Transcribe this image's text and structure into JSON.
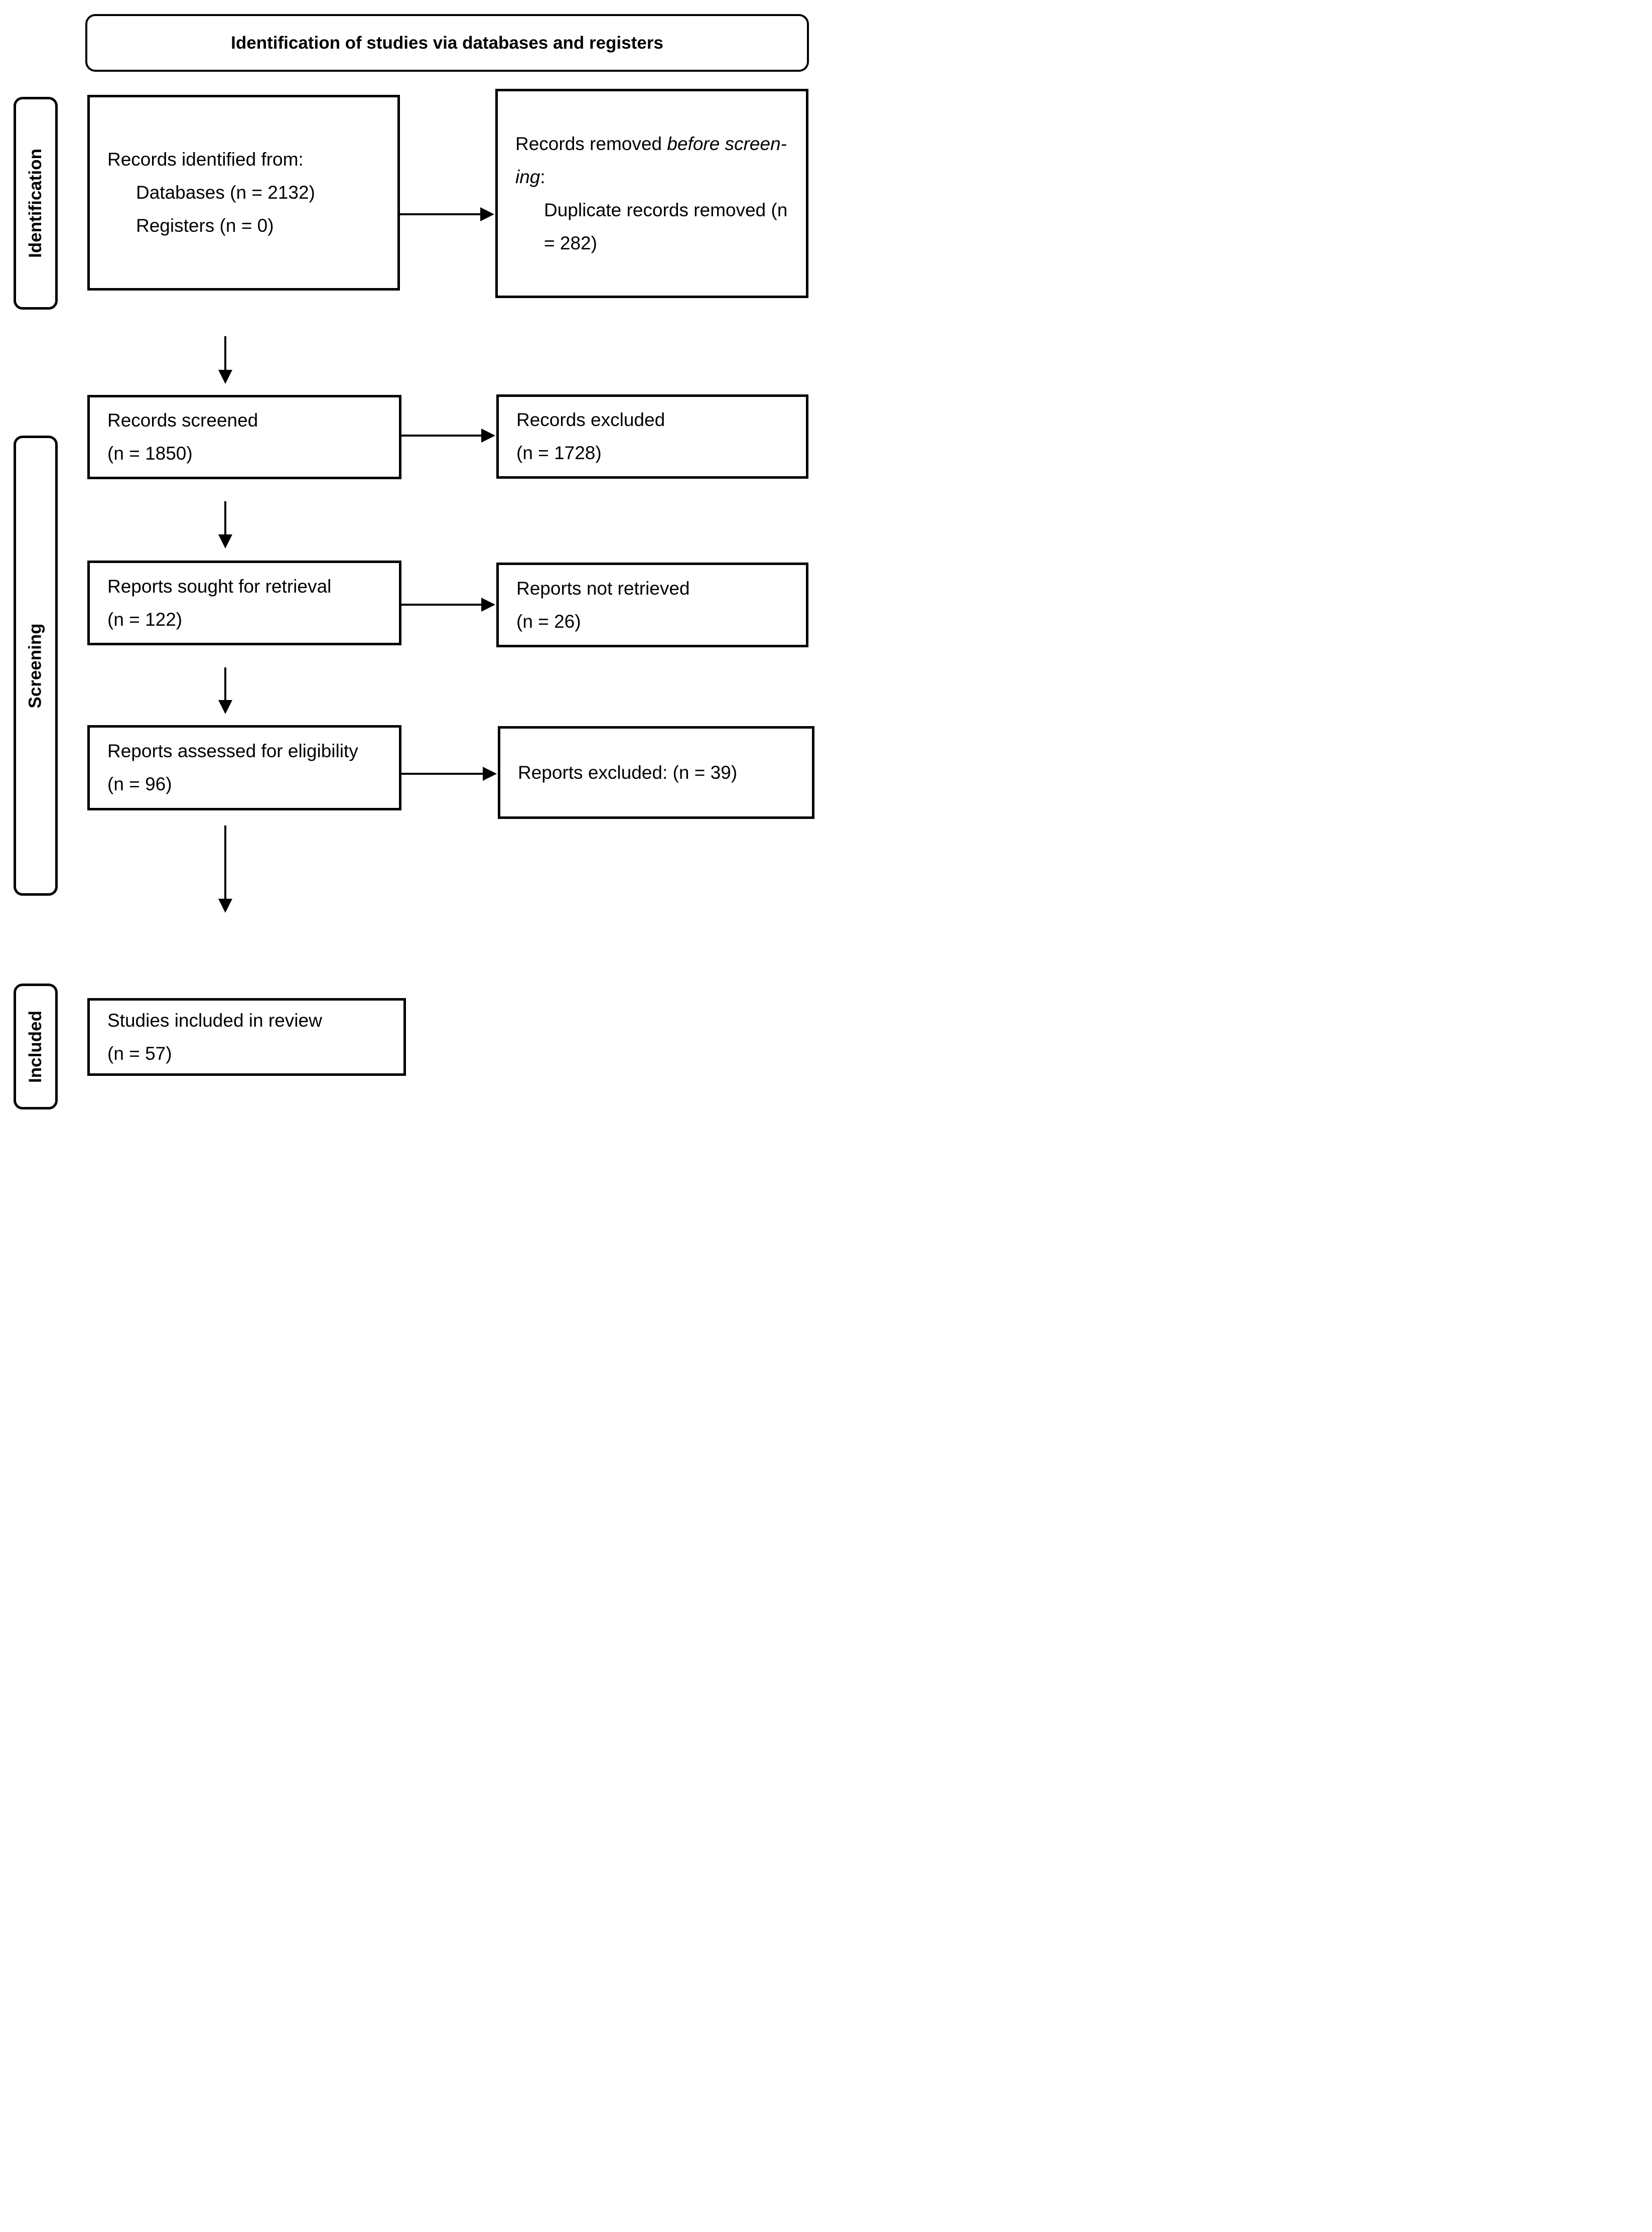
{
  "header": {
    "title": "Identification of studies via databases and registers"
  },
  "stages": {
    "identification": "Identification",
    "screening": "Screening",
    "included": "Included"
  },
  "boxes": {
    "records_identified": {
      "line1": "Records identified from:",
      "line2": "Databases (n = 2132)",
      "line3": "Registers (n = 0)"
    },
    "records_removed": {
      "line1_plain": "Records removed ",
      "line1_italic": "before screen-",
      "line2_italic": "ing",
      "line2_plain": ":",
      "line3": "Duplicate records removed (n",
      "line4": "= 282)"
    },
    "records_screened": {
      "line1": "Records screened",
      "line2": "(n = 1850)"
    },
    "records_excluded": {
      "line1": "Records excluded",
      "line2": "(n = 1728)"
    },
    "reports_sought": {
      "line1": "Reports sought for retrieval",
      "line2": "(n = 122)"
    },
    "reports_not_retrieved": {
      "line1": "Reports not retrieved",
      "line2": "(n = 26)"
    },
    "reports_assessed": {
      "line1": "Reports assessed for eligibility",
      "line2": "(n = 96)"
    },
    "reports_excluded": {
      "line1": "Reports excluded: (n = 39)"
    },
    "studies_included": {
      "line1": "Studies included in review",
      "line2": "(n = 57)"
    }
  },
  "colors": {
    "ink": "#000000",
    "background": "#ffffff"
  }
}
